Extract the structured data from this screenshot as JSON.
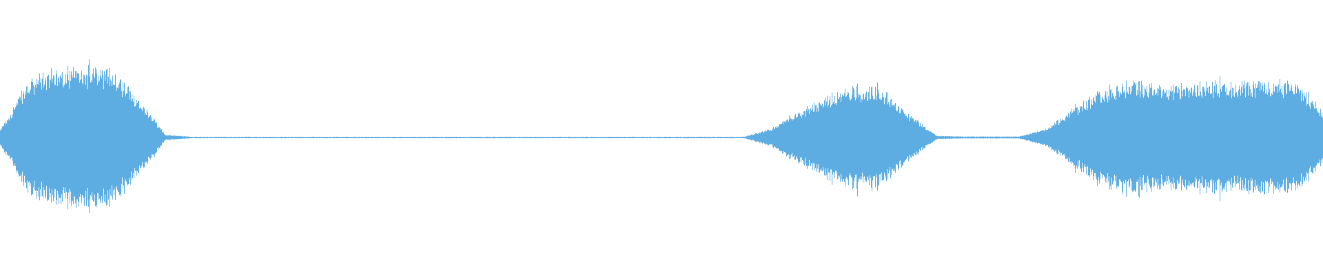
{
  "chart_data": {
    "type": "area",
    "title": "",
    "xlabel": "",
    "ylabel": "",
    "grid": false,
    "legend": "none",
    "ylim": [
      -1,
      1
    ],
    "color": "#5dade2",
    "series": [
      {
        "kind": "waveform-envelope",
        "values": [
          0.06,
          0.43,
          0.53,
          0.54,
          0.53,
          0.31,
          0.02,
          0.006,
          0.006,
          0.006,
          0.006,
          0.006,
          0.006,
          0.006,
          0.006,
          0.006,
          0.006,
          0.006,
          0.006,
          0.006,
          0.006,
          0.006,
          0.006,
          0.006,
          0.006,
          0.006,
          0.006,
          0.006,
          0.07,
          0.2,
          0.31,
          0.39,
          0.38,
          0.18,
          0.012,
          0.008,
          0.008,
          0.008,
          0.07,
          0.23,
          0.37,
          0.43,
          0.4,
          0.4,
          0.43,
          0.42,
          0.44,
          0.43,
          0.21
        ]
      }
    ]
  }
}
